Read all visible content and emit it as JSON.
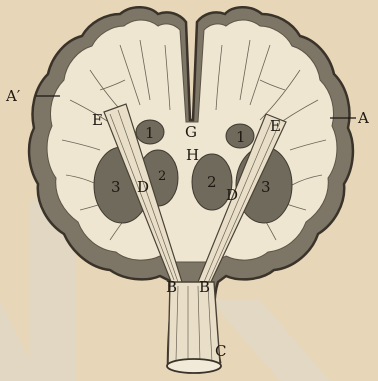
{
  "figure": {
    "labels": {
      "a_prime": "A′",
      "a": "A",
      "e_left": "E",
      "e_right": "E",
      "g": "G",
      "h": "H",
      "one_left": "1",
      "one_right": "1",
      "two_left": "2",
      "two_right": "2",
      "three_left": "3",
      "three_right": "3",
      "d_left": "D",
      "d_right": "D",
      "b_left": "B",
      "b_right": "B",
      "c": "C"
    }
  },
  "colors": {
    "paper": "#e7d7b8",
    "cortex": "#7d7565",
    "cortex_outline": "#3a332a",
    "white_matter": "#efe6d2",
    "ganglia": "#6f6a5c",
    "ink": "#1d1712"
  }
}
